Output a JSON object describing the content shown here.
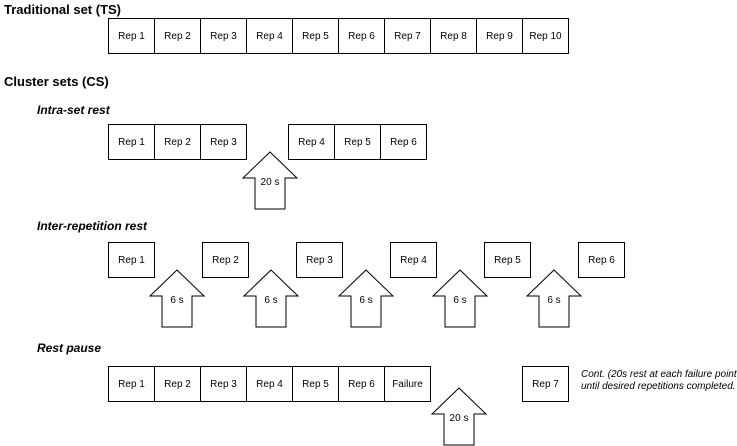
{
  "traditional": {
    "title": "Traditional set (TS)",
    "reps": [
      "Rep 1",
      "Rep 2",
      "Rep 3",
      "Rep 4",
      "Rep 5",
      "Rep 6",
      "Rep 7",
      "Rep 8",
      "Rep 9",
      "Rep 10"
    ]
  },
  "cluster": {
    "title": "Cluster sets (CS)"
  },
  "intra_set": {
    "title": "Intra-set rest",
    "group1": [
      "Rep 1",
      "Rep 2",
      "Rep 3"
    ],
    "group2": [
      "Rep 4",
      "Rep 5",
      "Rep 6"
    ],
    "rest": "20 s"
  },
  "inter_rep": {
    "title": "Inter-repetition rest",
    "reps": [
      "Rep 1",
      "Rep 2",
      "Rep 3",
      "Rep 4",
      "Rep 5",
      "Rep 6"
    ],
    "rests": [
      "6 s",
      "6 s",
      "6 s",
      "6 s",
      "6 s"
    ]
  },
  "rest_pause": {
    "title": "Rest pause",
    "reps": [
      "Rep 1",
      "Rep 2",
      "Rep 3",
      "Rep 4",
      "Rep 5",
      "Rep 6",
      "Failure"
    ],
    "after": "Rep 7",
    "rest": "20 s",
    "note_line1": "Cont. (20s rest at each failure point",
    "note_line2": "until desired repetitions completed."
  }
}
